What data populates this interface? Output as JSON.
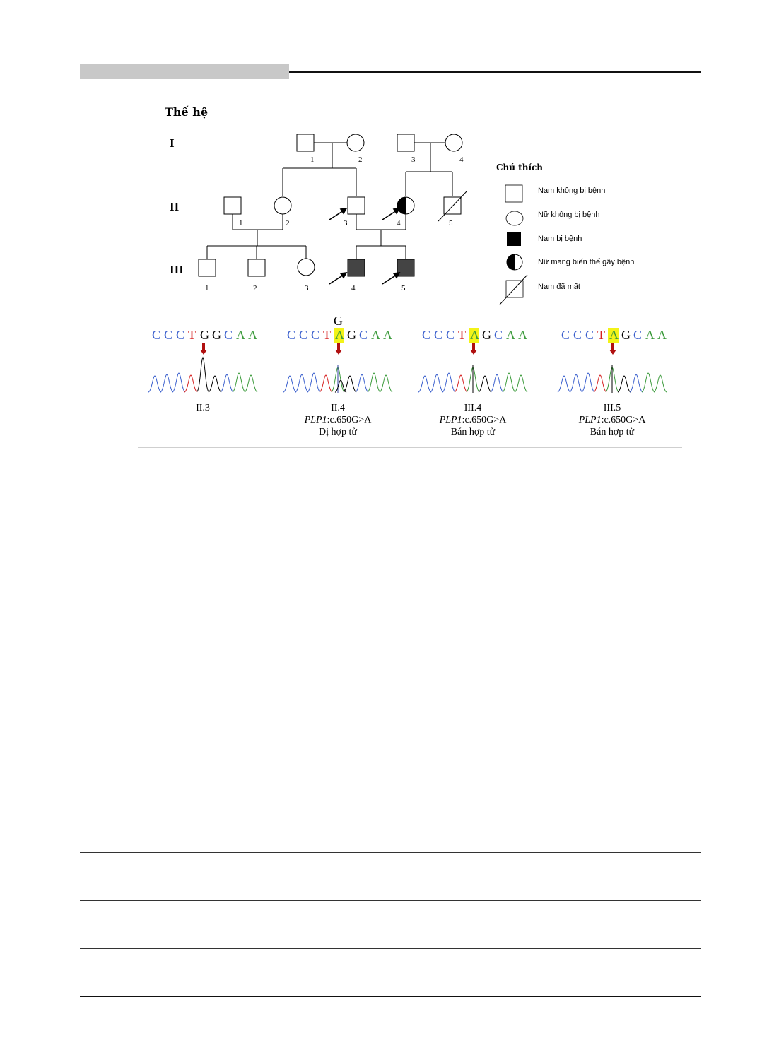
{
  "pedigree": {
    "title": "Thế hệ",
    "generations": [
      "I",
      "II",
      "III"
    ],
    "gen1_numbers": [
      "1",
      "2",
      "3",
      "4"
    ],
    "gen2_numbers": [
      "1",
      "2",
      "3",
      "4",
      "5"
    ],
    "gen3_numbers": [
      "1",
      "2",
      "3",
      "4",
      "5"
    ]
  },
  "legend": {
    "title": "Chú thích",
    "items": [
      {
        "label": "Nam không bị bệnh",
        "symbol": "square-open"
      },
      {
        "label": "Nữ không bị bệnh",
        "symbol": "circle-open"
      },
      {
        "label": "Nam bị bệnh",
        "symbol": "square-filled"
      },
      {
        "label": "Nữ mang biến thể gây bệnh",
        "symbol": "circle-half"
      },
      {
        "label": "Nam đã mất",
        "symbol": "square-slash"
      }
    ]
  },
  "colors": {
    "base_C": "#3a5fcd",
    "base_T": "#d62020",
    "base_G": "#000000",
    "base_A": "#3a9a3a",
    "highlight": "#f3f318",
    "arrow": "#b01010"
  },
  "chromatograms": [
    {
      "subject": "II.3",
      "variant": "",
      "zygosity": "",
      "top_base": "",
      "sequence": [
        "C",
        "C",
        "C",
        "T",
        "G",
        "G",
        "C",
        "A",
        "A"
      ],
      "highlight_index": -1
    },
    {
      "subject": "II.4",
      "variant_gene": "PLP1",
      "variant": ":c.650G>A",
      "zygosity": "Dị hợp tử",
      "top_base": "G",
      "sequence": [
        "C",
        "C",
        "C",
        "T",
        "A",
        "G",
        "C",
        "A",
        "A"
      ],
      "highlight_index": 4
    },
    {
      "subject": "III.4",
      "variant_gene": "PLP1",
      "variant": ":c.650G>A",
      "zygosity": "Bán hợp tử",
      "top_base": "",
      "sequence": [
        "C",
        "C",
        "C",
        "T",
        "A",
        "G",
        "C",
        "A",
        "A"
      ],
      "highlight_index": 4
    },
    {
      "subject": "III.5",
      "variant_gene": "PLP1",
      "variant": ":c.650G>A",
      "zygosity": "Bán hợp tử",
      "top_base": "",
      "sequence": [
        "C",
        "C",
        "C",
        "T",
        "A",
        "G",
        "C",
        "A",
        "A"
      ],
      "highlight_index": 4
    }
  ]
}
